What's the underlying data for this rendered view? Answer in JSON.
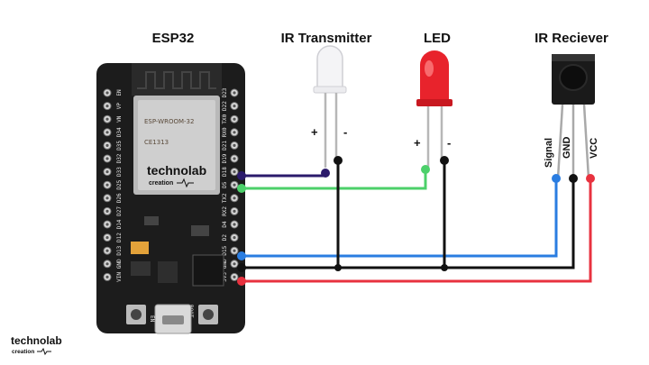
{
  "titles": {
    "esp32": "ESP32",
    "ir_transmitter": "IR Transmitter",
    "led": "LED",
    "ir_receiver": "IR Reciever"
  },
  "polarity": {
    "tx_plus": "+",
    "tx_minus": "-",
    "led_plus": "+",
    "led_minus": "-"
  },
  "receiver_pins": {
    "signal": "Signal",
    "gnd": "GND",
    "vcc": "VCC"
  },
  "board": {
    "module_label": "ESP-WROOM-32",
    "ce_mark": "CE1313",
    "en_button": "EN",
    "boot_button": "BOOT",
    "pins_right": [
      "D23",
      "D22",
      "TX0",
      "RX0",
      "D21",
      "D19",
      "D18",
      "D5",
      "TX2",
      "RX2",
      "D4",
      "D2",
      "D15",
      "GND",
      "3V3"
    ],
    "pins_left": [
      "EN",
      "VP",
      "VN",
      "D34",
      "D35",
      "D32",
      "D33",
      "D25",
      "D26",
      "D27",
      "D14",
      "D12",
      "D13",
      "GND",
      "VIN"
    ]
  },
  "brand": {
    "name": "technolab",
    "sub": "creation"
  },
  "wire_colors": {
    "transmitter_signal": "#2b1a6b",
    "led_signal": "#4cd06a",
    "receiver_signal": "#2a7de1",
    "ground": "#111111",
    "power": "#e8323f"
  }
}
